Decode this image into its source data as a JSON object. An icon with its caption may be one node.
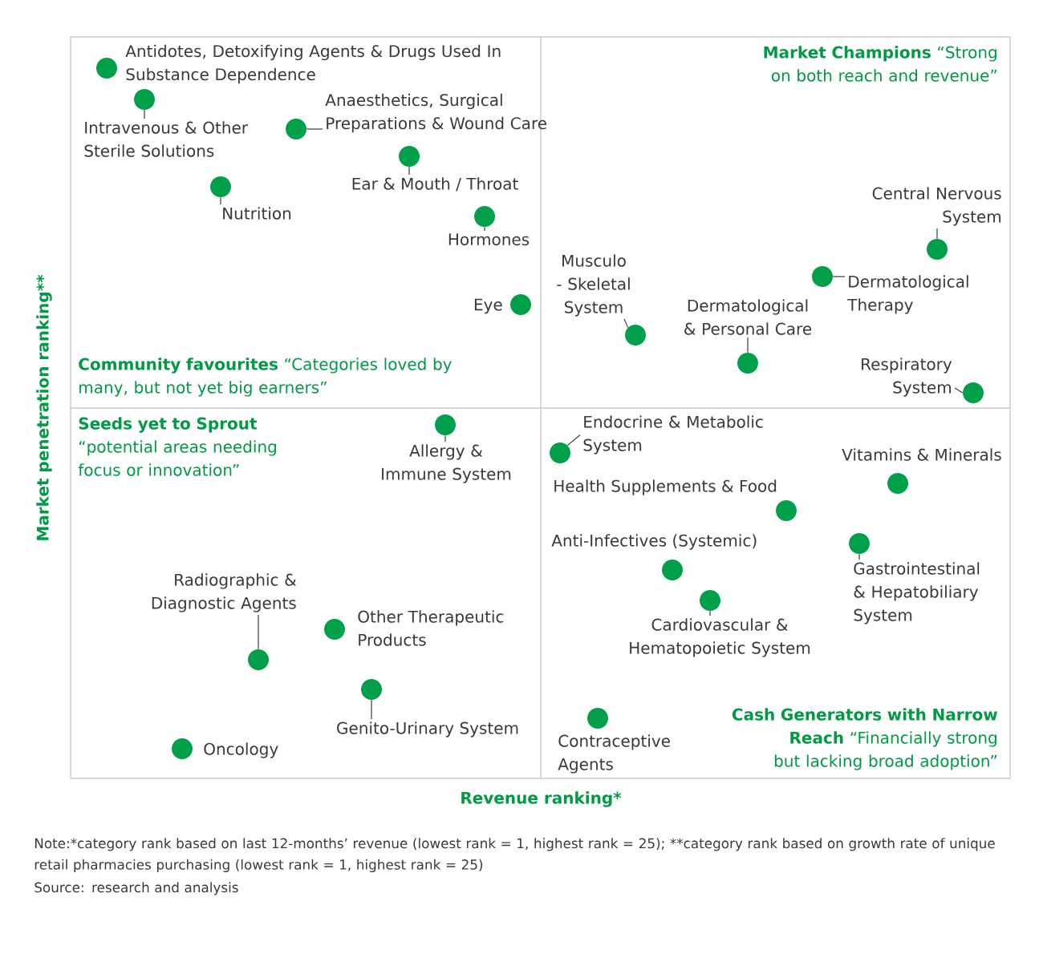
{
  "diagram": {
    "nodes": [
      {
        "text": [],
        "shape": "circle",
        "beside": [
          "Antidotes, Detoxifying Agents & Drugs Used In Substance Dependence"
        ]
      },
      {
        "text": [
          "Intravenous & Other Sterile Solutions"
        ]
      },
      {
        "text": [],
        "shape": "circle"
      },
      {
        "text": [
          "Anaesthetics, Surgical Preparations & Wound Care"
        ]
      },
      {
        "text": [],
        "shape": "circle"
      },
      {
        "text": [
          "Ear & Mouth / Throat"
        ]
      },
      {
        "text": [],
        "shape": "circle"
      },
      {
        "text": [
          "Nutrition"
        ]
      },
      {
        "text": [],
        "shape": "circle"
      },
      {
        "text": [
          "Hormones"
        ]
      },
      {
        "text": [],
        "shape": "circle"
      },
      {
        "text": [],
        "shape": "circle",
        "beside": [
          "Eye"
        ]
      },
      {
        "text": [
          "Musculo - Skeletal System"
        ]
      },
      {
        "text": [],
        "shape": "circle"
      },
      {
        "text": [
          "Dermatological & Personal Care"
        ]
      },
      {
        "text": [],
        "shape": "circle"
      },
      {
        "text": [
          "Central Nervous System"
        ]
      },
      {
        "text": [],
        "shape": "circle"
      },
      {
        "text": [
          "Dermatological Therapy"
        ]
      },
      {
        "text": [],
        "shape": "circle"
      },
      {
        "text": [
          "Respiratory System"
        ]
      },
      {
        "text": [],
        "shape": "circle"
      },
      {
        "text": [
          "Allergy & Immune System"
        ]
      },
      {
        "text": [],
        "shape": "circle"
      },
      {
        "text": [
          "Endocrine & Metabolic System"
        ]
      },
      {
        "text": [],
        "shape": "circle"
      },
      {
        "text": [],
        "shape": "circle",
        "beside": [
          "Vitamins & Minerals"
        ]
      },
      {
        "text": [],
        "shape": "circle",
        "beside": [
          "Health Supplements & Food"
        ]
      },
      {
        "text": [],
        "shape": "circle",
        "beside": [
          "Anti-Infectives (Systemic)"
        ]
      },
      {
        "text": [
          "Gastrointestinal & Hepatobiliary System"
        ]
      },
      {
        "text": [],
        "shape": "circle"
      },
      {
        "text": [
          "Cardiovascular & Hematopoietic System"
        ]
      },
      {
        "text": [],
        "shape": "circle"
      },
      {
        "text": [
          "Radiographic & Diagnostic Agents"
        ]
      },
      {
        "text": [],
        "shape": "circle"
      },
      {
        "text": [],
        "shape": "circle",
        "beside": [
          "Other Therapeutic Products"
        ]
      },
      {
        "text": [
          "Genito-Urinary System"
        ]
      },
      {
        "text": [],
        "shape": "circle"
      },
      {
        "text": [],
        "shape": "circle",
        "beside": [
          "Oncology"
        ]
      },
      {
        "text": [],
        "shape": "circle",
        "beside": [
          "Contraceptive Agents"
        ]
      }
    ],
    "edges": [
      {
        "from": 1,
        "to": 2,
        "arrow": "none"
      },
      {
        "from": 3,
        "to": 4,
        "arrow": "none"
      },
      {
        "from": 5,
        "to": 6,
        "arrow": "none"
      },
      {
        "from": 7,
        "to": 8,
        "arrow": "none"
      },
      {
        "from": 9,
        "to": 10,
        "arrow": "none"
      },
      {
        "from": 12,
        "to": 13,
        "arrow": "none"
      },
      {
        "from": 14,
        "to": 15,
        "arrow": "none"
      },
      {
        "from": 16,
        "to": 17,
        "arrow": "none"
      },
      {
        "from": 18,
        "to": 19,
        "arrow": "none"
      },
      {
        "from": 20,
        "to": 21,
        "arrow": "none"
      },
      {
        "from": 22,
        "to": 23,
        "arrow": "none"
      },
      {
        "from": 24,
        "to": 25,
        "arrow": "none"
      },
      {
        "from": 29,
        "to": 30,
        "arrow": "none"
      },
      {
        "from": 31,
        "to": 32,
        "arrow": "none"
      },
      {
        "from": 33,
        "to": 34,
        "arrow": "none"
      },
      {
        "from": 36,
        "to": 37,
        "arrow": "none"
      }
    ],
    "labels": [
      "**Market Champions** “Strong on both reach and revenue”",
      "**Community favourites** “Categories loved by many, but not yet big earners”",
      "**Seeds yet to Sprout** “potential areas needing focus or innovation”",
      "**Cash Generators with Narrow Reach** “Financially strong but lacking broad adoption”",
      "Revenue ranking*",
      "Market penetration ranking**",
      "Note:*category rank based on last 12-months’ revenue (lowest rank = 1, highest rank = 25);",
      "**category rank based on growth rate of unique retail pharmacies purchasing (lowest rank = 1, highest rank = 25)",
      "Source: research and analysis"
    ]
  }
}
